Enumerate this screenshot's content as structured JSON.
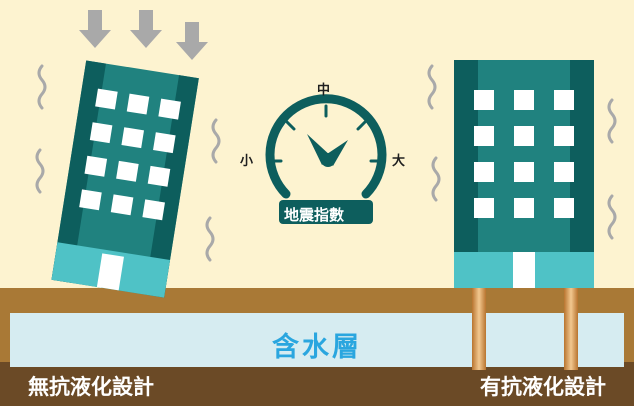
{
  "water_layer_label": "含水層",
  "left_building_label": "無抗液化設計",
  "right_building_label": "有抗液化設計",
  "gauge": {
    "title": "地震指數",
    "label_small": "小",
    "label_mid": "中",
    "label_big": "大"
  },
  "colors": {
    "background": "#fdf3d0",
    "building": "#20827f",
    "building_dark": "#0d5e5d",
    "building_base": "#4fc2c6",
    "ground": "#a97936",
    "water": "#d6ecf1",
    "water_text": "#2aa6df",
    "arrow": "#a9a9a9",
    "pile": "#cc8a43"
  },
  "icons": [
    "down-arrow-icon",
    "wavy-line-icon",
    "gauge-icon"
  ]
}
